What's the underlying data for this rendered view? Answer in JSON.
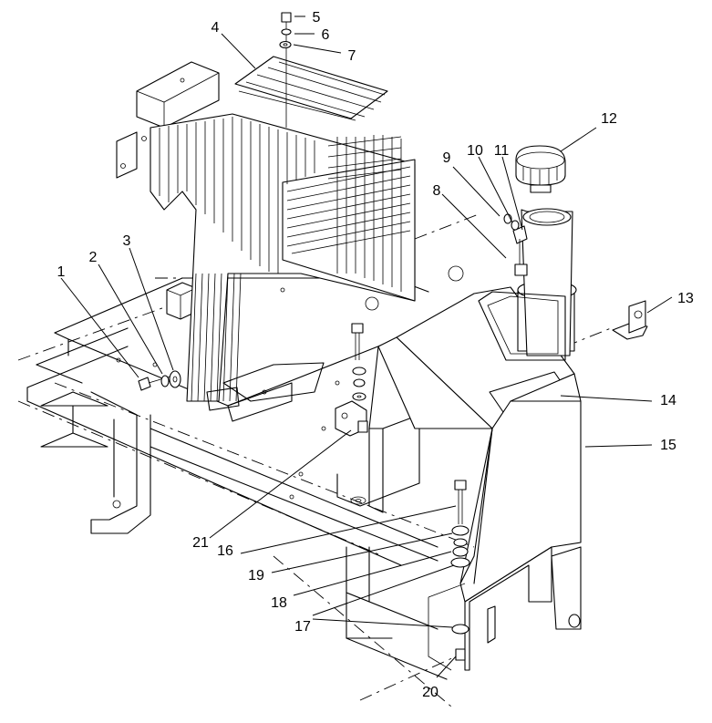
{
  "callouts": [
    {
      "id": "c1",
      "label": "1"
    },
    {
      "id": "c2",
      "label": "2"
    },
    {
      "id": "c3",
      "label": "3"
    },
    {
      "id": "c4",
      "label": "4"
    },
    {
      "id": "c5",
      "label": "5"
    },
    {
      "id": "c6",
      "label": "6"
    },
    {
      "id": "c7",
      "label": "7"
    },
    {
      "id": "c8",
      "label": "8"
    },
    {
      "id": "c9",
      "label": "9"
    },
    {
      "id": "c10",
      "label": "10"
    },
    {
      "id": "c11",
      "label": "11"
    },
    {
      "id": "c12",
      "label": "12"
    },
    {
      "id": "c13",
      "label": "13"
    },
    {
      "id": "c14",
      "label": "14"
    },
    {
      "id": "c15",
      "label": "15"
    },
    {
      "id": "c16",
      "label": "16"
    },
    {
      "id": "c17",
      "label": "17"
    },
    {
      "id": "c18",
      "label": "18"
    },
    {
      "id": "c19",
      "label": "19"
    },
    {
      "id": "c20",
      "label": "20"
    },
    {
      "id": "c21",
      "label": "21"
    }
  ]
}
